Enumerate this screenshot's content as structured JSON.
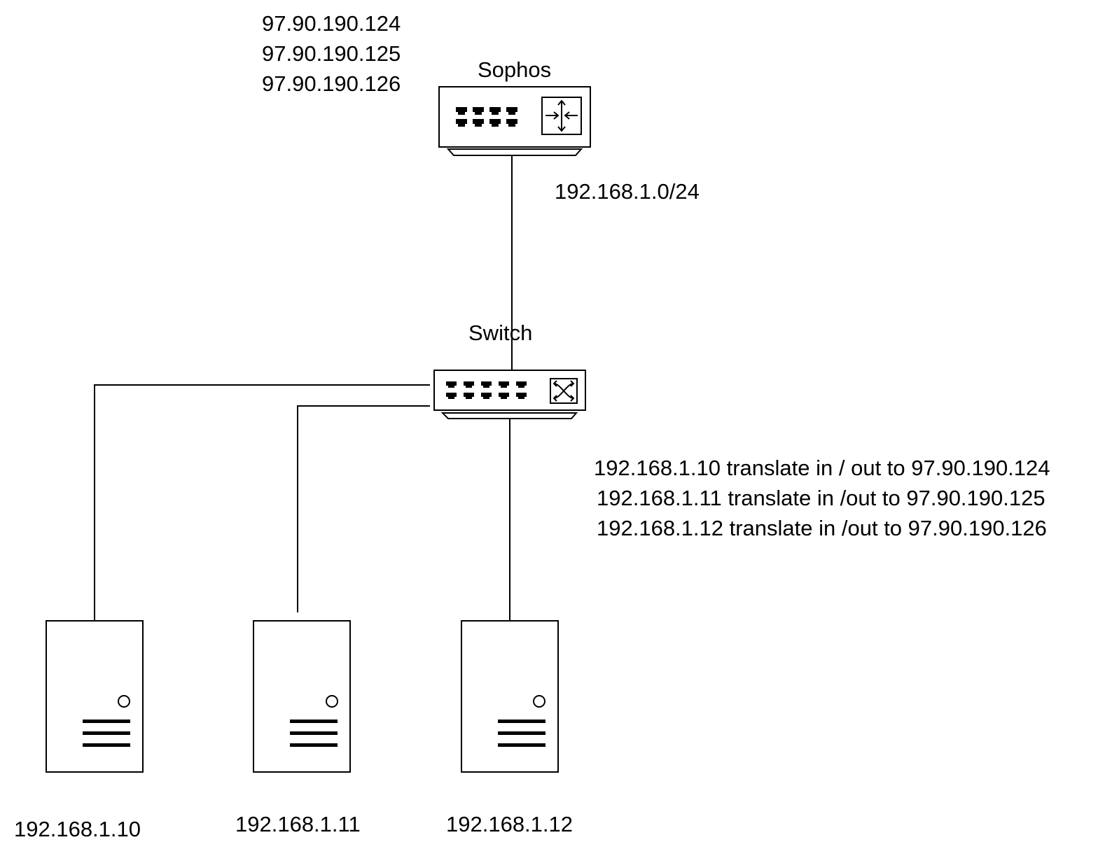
{
  "public_ips": [
    "97.90.190.124",
    "97.90.190.125",
    "97.90.190.126"
  ],
  "firewall": {
    "label": "Sophos",
    "icon": "router-icon"
  },
  "subnet_label": "192.168.1.0/24",
  "switch": {
    "label": "Switch",
    "icon": "switch-icon"
  },
  "nat_rules": [
    "192.168.1.10 translate in / out to 97.90.190.124",
    "192.168.1.11 translate in /out to 97.90.190.125",
    "192.168.1.12 translate in /out to 97.90.190.126"
  ],
  "servers": [
    {
      "label": "192.168.1.10",
      "icon": "server-icon"
    },
    {
      "label": "192.168.1.11",
      "icon": "server-icon"
    },
    {
      "label": "192.168.1.12",
      "icon": "server-icon"
    }
  ],
  "colors": {
    "line": "#000000",
    "background": "#ffffff"
  }
}
